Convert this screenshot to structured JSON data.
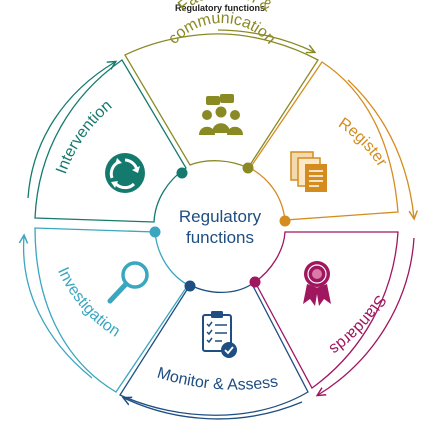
{
  "title": "Regulatory functions",
  "center": {
    "line1": "Regulatory",
    "line2": "functions"
  },
  "colors": {
    "facilitation": "#8a8a24",
    "register": "#d48c1f",
    "standards": "#a0165f",
    "monitor": "#1e4e82",
    "investigation": "#3aa6bf",
    "intervention": "#157a6e",
    "center_text": "#1e4e82"
  },
  "segments": [
    {
      "id": "facilitation",
      "label_line1": "Facilitation &",
      "label_line2": "communication",
      "icon": "people-group-icon"
    },
    {
      "id": "register",
      "label": "Register",
      "icon": "documents-icon"
    },
    {
      "id": "standards",
      "label": "Standards",
      "icon": "award-ribbon-icon"
    },
    {
      "id": "monitor",
      "label": "Monitor & Assess",
      "icon": "checklist-clipboard-icon"
    },
    {
      "id": "investigation",
      "label": "Investigation",
      "icon": "magnifier-icon"
    },
    {
      "id": "intervention",
      "label": "Intervention",
      "icon": "cycle-arrows-icon"
    }
  ]
}
